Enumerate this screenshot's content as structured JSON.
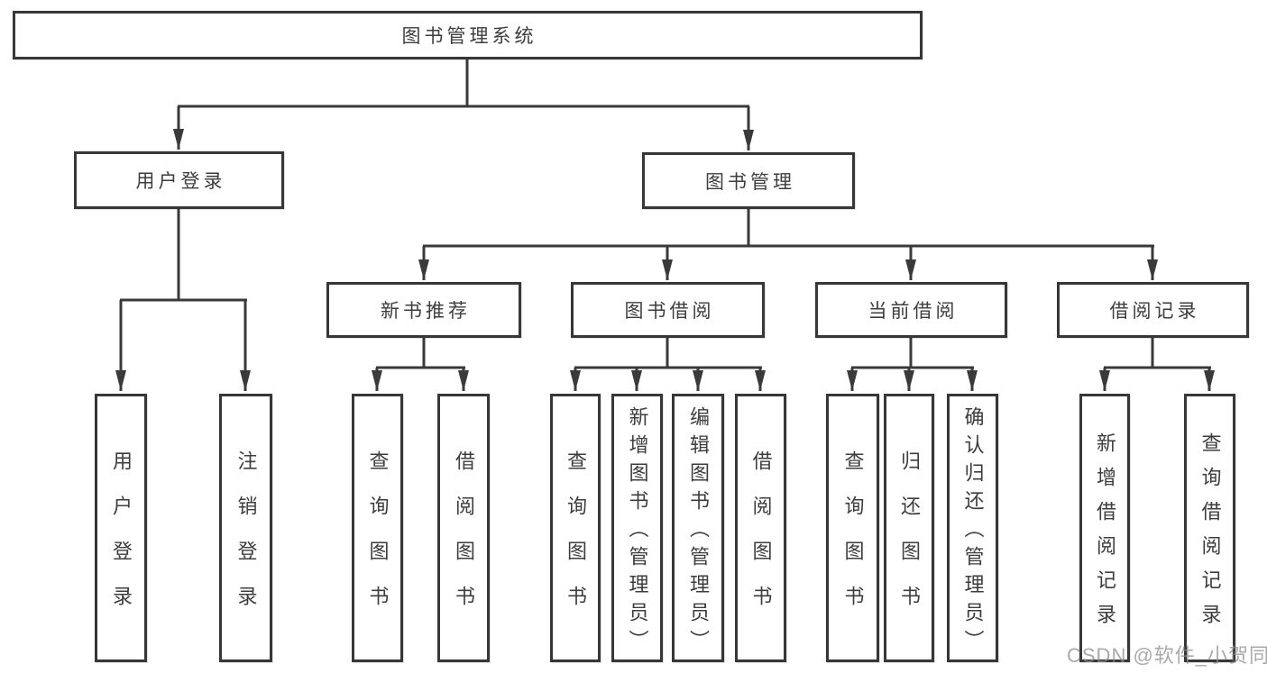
{
  "diagram": {
    "title": "图书管理系统",
    "nodes": {
      "root": {
        "label": "图书管理系统"
      },
      "userLogin": {
        "label": "用户登录"
      },
      "bookMgmt": {
        "label": "图书管理"
      },
      "newBookRec": {
        "label": "新书推荐"
      },
      "bookBorrow": {
        "label": "图书借阅"
      },
      "currentBorrow": {
        "label": "当前借阅"
      },
      "borrowRecords": {
        "label": "借阅记录"
      },
      "loginUser": {
        "label": "用户登录"
      },
      "logoutUser": {
        "label": "注销登录"
      },
      "nbQuery": {
        "label": "查询图书"
      },
      "nbBorrow": {
        "label": "借阅图书"
      },
      "bbQuery": {
        "label": "查询图书"
      },
      "bbAdd": {
        "label": "新增图书（管理员）"
      },
      "bbEdit": {
        "label": "编辑图书（管理员）"
      },
      "bbBorrow": {
        "label": "借阅图书"
      },
      "cbQuery": {
        "label": "查询图书"
      },
      "cbReturn": {
        "label": "归还图书"
      },
      "cbConfirm": {
        "label": "确认归还（管理员）"
      },
      "brAdd": {
        "label": "新增借阅记录"
      },
      "brQuery": {
        "label": "查询借阅记录"
      }
    },
    "colors": {
      "line": "#3a3a3a",
      "text": "#3d3d3d",
      "watermark": "#8c8c8c"
    },
    "watermark": "CSDN @软件_小贺同学"
  }
}
